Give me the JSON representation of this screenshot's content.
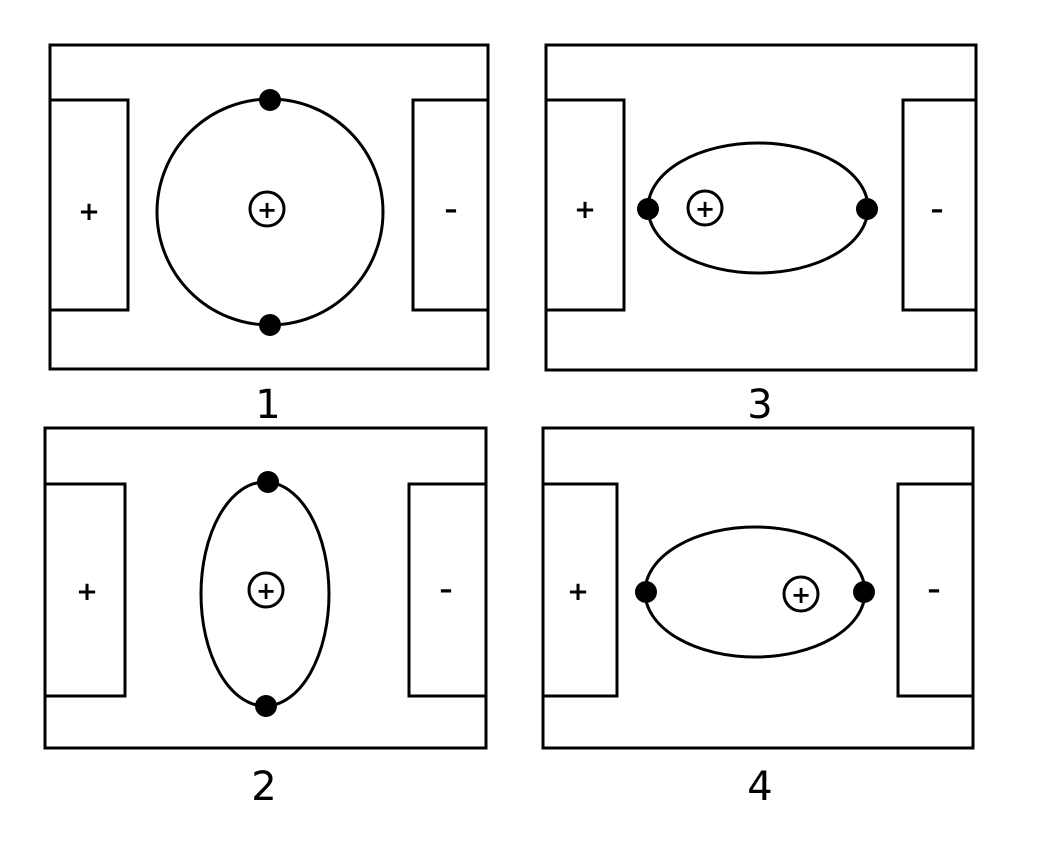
{
  "panels": [
    {
      "caption": "1",
      "left_plate": "+",
      "right_plate": "–",
      "nucleus": "+"
    },
    {
      "caption": "2",
      "left_plate": "+",
      "right_plate": "–",
      "nucleus": "+"
    },
    {
      "caption": "3",
      "left_plate": "+",
      "right_plate": "–",
      "nucleus": "+"
    },
    {
      "caption": "4",
      "left_plate": "+",
      "right_plate": "–",
      "nucleus": "+"
    }
  ]
}
